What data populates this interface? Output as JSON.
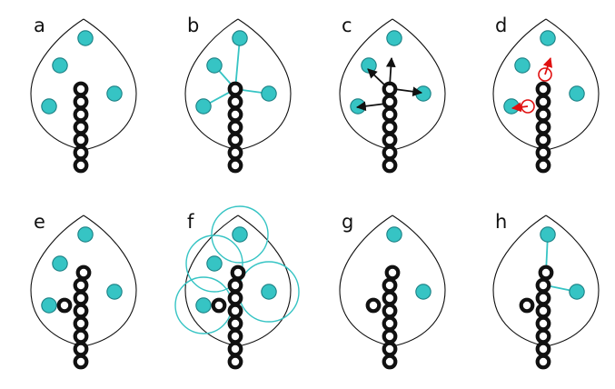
{
  "colors": {
    "attraction_point": "#36c4c4",
    "attraction_stroke": "#1a7f83",
    "link": "#36c4c4",
    "node_stroke": "#111111",
    "vector": "#111111",
    "highlight": "#e01010",
    "outline": "#111111"
  },
  "panels": [
    {
      "label": "a"
    },
    {
      "label": "b"
    },
    {
      "label": "c"
    },
    {
      "label": "d"
    },
    {
      "label": "e"
    },
    {
      "label": "f"
    },
    {
      "label": "g"
    },
    {
      "label": "h"
    }
  ]
}
